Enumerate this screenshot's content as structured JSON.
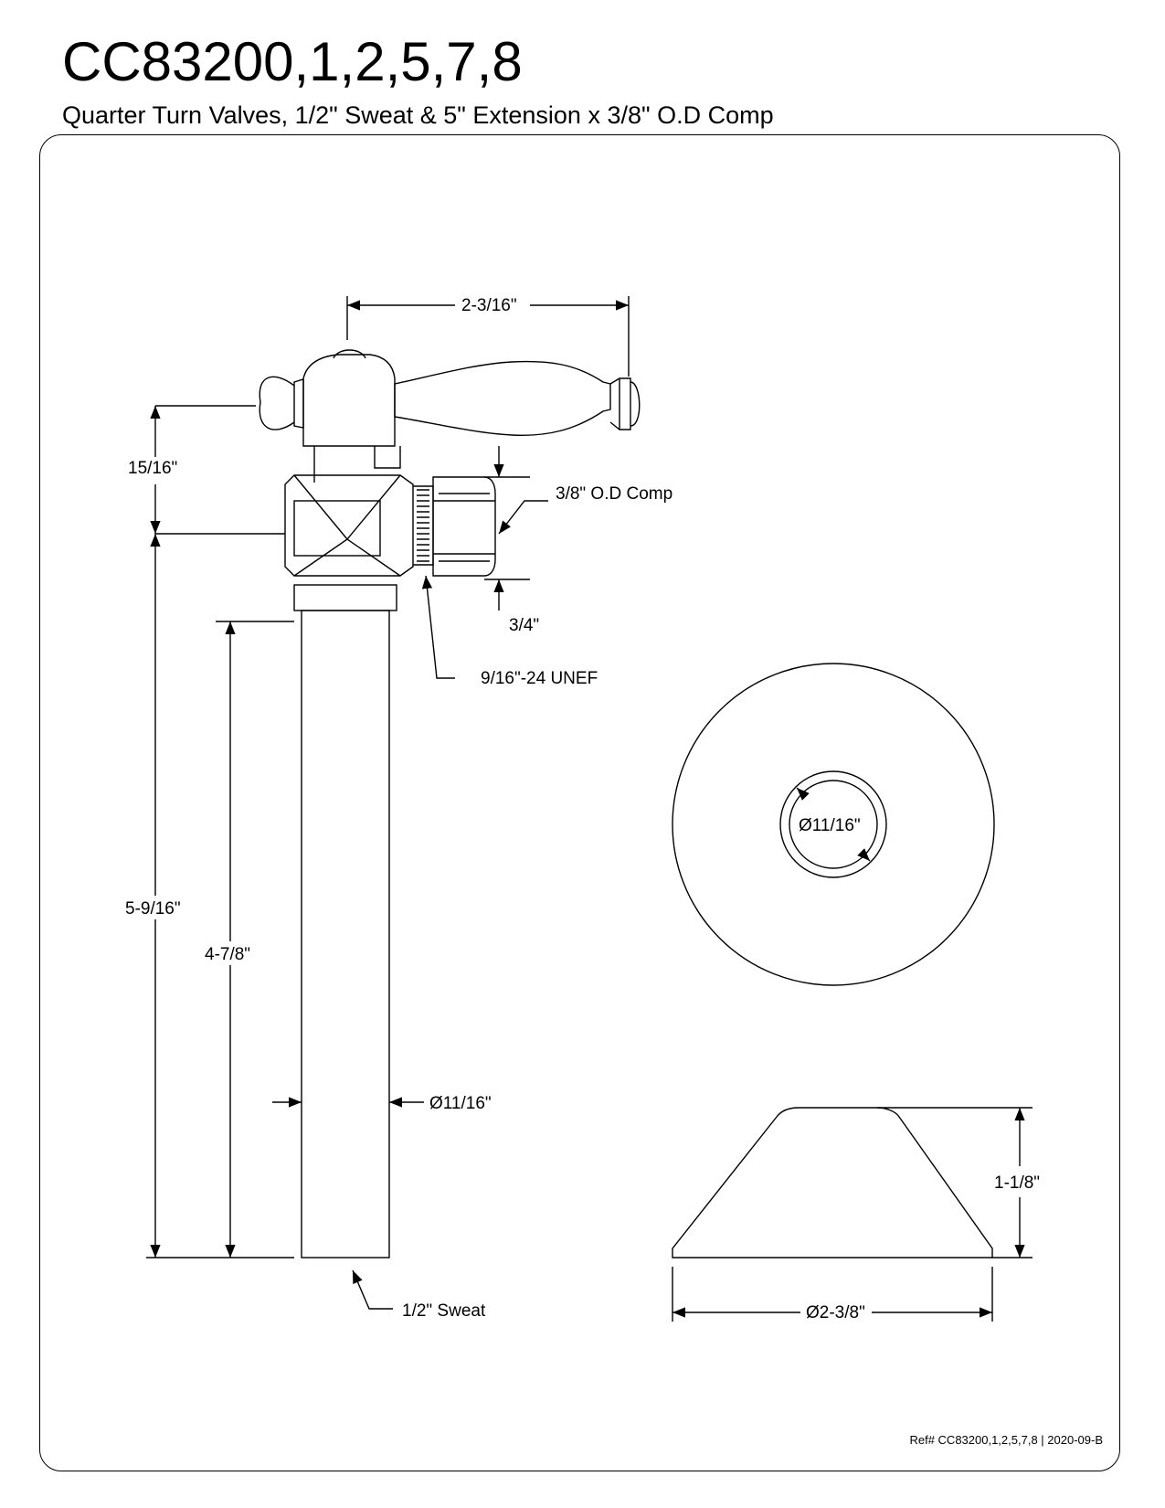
{
  "header": {
    "title": "CC83200,1,2,5,7,8",
    "subtitle": "Quarter Turn Valves, 1/2\" Sweat & 5\" Extension x 3/8\" O.D Comp"
  },
  "dimensions": {
    "handle_width": "2-3/16\"",
    "handle_height": "15/16\"",
    "comp_label": "3/8\" O.D Comp",
    "comp_offset": "3/4\"",
    "thread_label": "9/16\"-24 UNEF",
    "overall_height": "5-9/16\"",
    "extension_length": "4-7/8\"",
    "pipe_diameter": "Ø11/16\"",
    "sweat_label": "1/2\" Sweat",
    "flange_inner_diameter": "Ø11/16\"",
    "flange_height": "1-1/8\"",
    "flange_outer_diameter": "Ø2-3/8\""
  },
  "footer": {
    "reference": "Ref# CC83200,1,2,5,7,8 | 2020-09-B"
  }
}
